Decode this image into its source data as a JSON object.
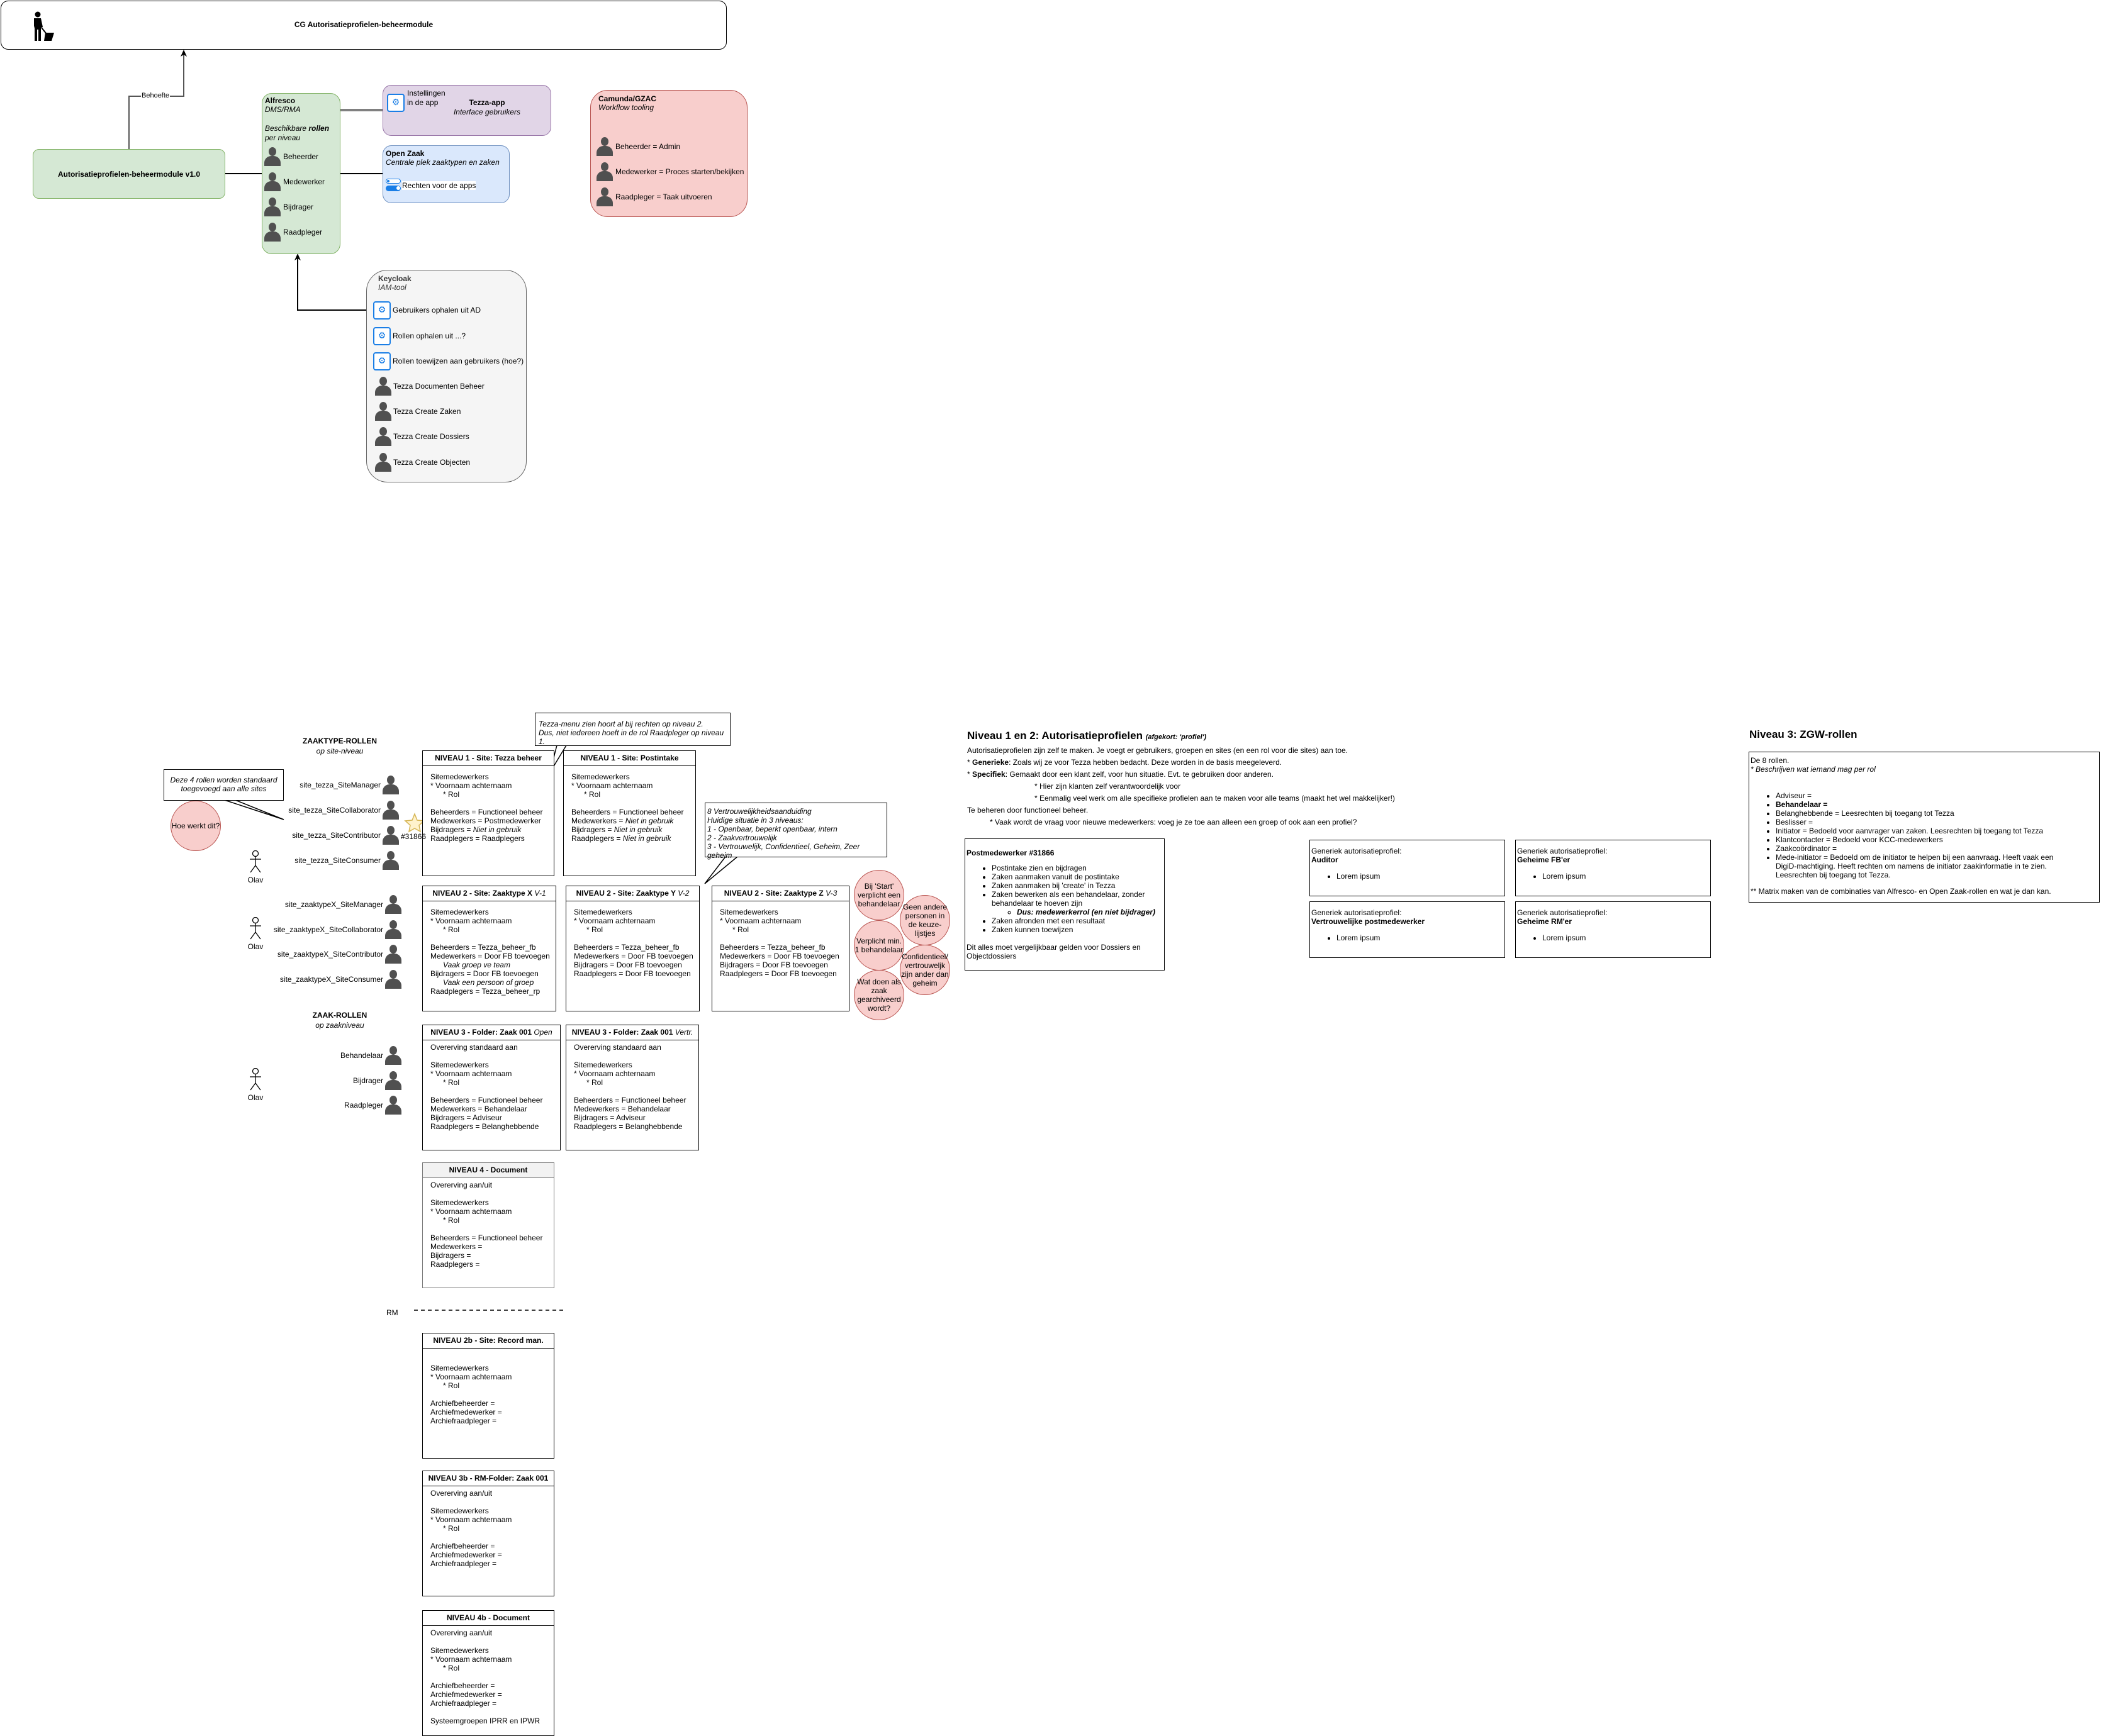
{
  "header": {
    "title": "CG Autorisatieprofielen-beheermodule"
  },
  "behoefte_label": "Behoefte",
  "module": {
    "label": "Autorisatieprofielen-beheermodule v1.0"
  },
  "alfresco": {
    "title": "Alfresco",
    "subtitle": "DMS/RMA",
    "intro_a": "Beschikbare ",
    "intro_b": "rollen",
    "intro_c": "per niveau",
    "roles": [
      "Beheerder",
      "Medewerker",
      "Bijdrager",
      "Raadpleger"
    ]
  },
  "tezza": {
    "settings": "Instellingen in de app",
    "title": "Tezza-app",
    "subtitle": "Interface gebruikers"
  },
  "openzaak": {
    "title": "Open Zaak",
    "subtitle": "Centrale plek zaaktypen en zaken",
    "item": "Rechten voor de apps"
  },
  "camunda": {
    "title": "Camunda/GZAC",
    "subtitle": "Workflow tooling",
    "roles": [
      "Beheerder = Admin",
      "Medewerker = Proces starten/bekijken",
      "Raadpleger = Taak uitvoeren"
    ]
  },
  "keycloak": {
    "title": "Keycloak",
    "subtitle": "IAM-tool",
    "gear_items": [
      "Gebruikers ophalen uit AD",
      "Rollen ophalen uit ...?",
      "Rollen toewijzen aan gebruikers (hoe?)"
    ],
    "person_items": [
      "Tezza Documenten Beheer",
      "Tezza Create Zaken",
      "Tezza Create Dossiers",
      "Tezza Create Objecten"
    ]
  },
  "zaaktype": {
    "title": "ZAAKTYPE-ROLLEN",
    "subtitle": "op site-niveau",
    "callout": [
      "Deze 4 rollen worden standaard",
      "toegevoegd aan alle sites"
    ],
    "question": "Hoe werkt dit?",
    "tezza_roles": [
      "site_tezza_SiteManager",
      "site_tezza_SiteCollaborator",
      "site_tezza_SiteContributor",
      "site_tezza_SiteConsumer"
    ],
    "star_label": "#31866",
    "zaaktypeX_roles": [
      "site_zaaktypeX_SiteManager",
      "site_zaaktypeX_SiteCollaborator",
      "site_zaaktypeX_SiteContributor",
      "site_zaaktypeX_SiteConsumer"
    ]
  },
  "zaak": {
    "title": "ZAAK-ROLLEN",
    "subtitle": "op zaakniveau",
    "roles": [
      "Behandelaar",
      "Bijdrager",
      "Raadpleger"
    ]
  },
  "actors": [
    "Olav",
    "Olav",
    "Olav"
  ],
  "callouts": {
    "tezza_menu": [
      "Tezza-menu zien hoort al bij rechten op niveau 2.",
      "Dus, niet iedereen hoeft in de rol Raadpleger op niveau 1."
    ],
    "vertrouwelijk": [
      "8 Vertrouwelijkheidsaanduiding",
      "Huidige situatie in 3 niveaus:",
      "1 - Openbaar, beperkt openbaar, intern",
      "2 - Zaakvertrouwelijk",
      "3 - Vertrouwelijk, Confidentieel, Geheim, Zeer geheim"
    ]
  },
  "niveaus": [
    {
      "title": "NIVEAU 1 - Site: Tezza beheer",
      "version": "",
      "lines": [
        "Sitemedewerkers",
        "* Voornaam achternaam",
        "      * Rol",
        "",
        "Beheerders = Functioneel beheer",
        "Medewerkers = Postmedewerker",
        {
          "t": "Bijdragers = ",
          "em": "Niet in gebruik"
        },
        "Raadplegers = Raadplegers"
      ]
    },
    {
      "title": "NIVEAU 1 - Site: Postintake",
      "version": "",
      "lines": [
        "Sitemedewerkers",
        "* Voornaam achternaam",
        "      * Rol",
        "",
        "Beheerders = Functioneel beheer",
        {
          "t": "Medewerkers = ",
          "em": "Niet in gebruik"
        },
        {
          "t": "Bijdragers = ",
          "em": "Niet in gebruik"
        },
        {
          "t": "Raadplegers = ",
          "em": "Niet in gebruik"
        }
      ]
    },
    {
      "title": "NIVEAU 2 - Site: Zaaktype X",
      "version": "V-1",
      "lines": [
        "Sitemedewerkers",
        "* Voornaam achternaam",
        "      * Rol",
        "",
        "Beheerders = Tezza_beheer_fb",
        "Medewerkers = Door FB toevoegen",
        {
          "t": "      ",
          "em": "Vaak groep ve team"
        },
        "Bijdragers = Door FB toevoegen",
        {
          "t": "      ",
          "em": "Vaak een persoon of groep"
        },
        "Raadplegers = Tezza_beheer_rp"
      ]
    },
    {
      "title": "NIVEAU 2 - Site: Zaaktype Y",
      "version": "V-2",
      "lines": [
        "Sitemedewerkers",
        "* Voornaam achternaam",
        "      * Rol",
        "",
        "Beheerders = Tezza_beheer_fb",
        "Medewerkers = Door FB toevoegen",
        "Bijdragers = Door FB toevoegen",
        "Raadplegers = Door FB toevoegen"
      ]
    },
    {
      "title": "NIVEAU 2 - Site: Zaaktype Z",
      "version": "V-3",
      "lines": [
        "Sitemedewerkers",
        "* Voornaam achternaam",
        "      * Rol",
        "",
        "Beheerders = Tezza_beheer_fb",
        "Medewerkers = Door FB toevoegen",
        "Bijdragers = Door FB toevoegen",
        "Raadplegers = Door FB toevoegen"
      ]
    },
    {
      "title": "NIVEAU 3 - Folder: Zaak 001",
      "version": "Open",
      "lines": [
        "Overerving standaard aan",
        "",
        "Sitemedewerkers",
        "* Voornaam achternaam",
        "      * Rol",
        "",
        "Beheerders = Functioneel beheer",
        "Medewerkers = Behandelaar",
        "Bijdragers = Adviseur",
        "Raadplegers = Belanghebbende"
      ]
    },
    {
      "title": "NIVEAU 3 - Folder: Zaak 001",
      "version": "Vertr.",
      "lines": [
        "Overerving standaard aan",
        "",
        "Sitemedewerkers",
        "* Voornaam achternaam",
        "      * Rol",
        "",
        "Beheerders = Functioneel beheer",
        "Medewerkers = Behandelaar",
        "Bijdragers = Adviseur",
        "Raadplegers = Belanghebbende"
      ]
    },
    {
      "title": "NIVEAU 4 - Document",
      "version": "",
      "lines": [
        "Overerving aan/uit",
        "",
        "Sitemedewerkers",
        "* Voornaam achternaam",
        "      * Rol",
        "",
        "Beheerders = Functioneel beheer",
        "Medewerkers =",
        "Bijdragers =",
        "Raadplegers ="
      ]
    },
    {
      "title": "NIVEAU 2b - Site: Record man.",
      "version": "",
      "lines": [
        "",
        "Sitemedewerkers",
        "* Voornaam achternaam",
        "      * Rol",
        "",
        "Archiefbeheerder =",
        "Archiefmedewerker =",
        "Archiefraadpleger ="
      ]
    },
    {
      "title": "NIVEAU 3b - RM-Folder: Zaak 001",
      "version": "",
      "lines": [
        "Overerving aan/uit",
        "",
        "Sitemedewerkers",
        "* Voornaam achternaam",
        "      * Rol",
        "",
        "Archiefbeheerder =",
        "Archiefmedewerker =",
        "Archiefraadpleger ="
      ]
    },
    {
      "title": "NIVEAU 4b - Document",
      "version": "",
      "lines": [
        "Overerving aan/uit",
        "",
        "Sitemedewerkers",
        "* Voornaam achternaam",
        "      * Rol",
        "",
        "Archiefbeheerder =",
        "Archiefmedewerker =",
        "Archiefraadpleger =",
        "",
        "Systeemgroepen IPRR en IPWR"
      ]
    }
  ],
  "circles": [
    "Bij 'Start' verplicht een behandelaar",
    "Geen andere personen in de keuze-lijstjes",
    "Verplicht min. 1 behandelaar",
    "Confidentieel/ vertrouweljk zijn ander dan geheim",
    "Wat doen als zaak gearchiveerd wordt?"
  ],
  "rm_label": "RM",
  "profielen": {
    "heading": "Niveau 1 en 2: Autorisatieprofielen",
    "heading_note": "(afgekort: 'profiel')",
    "line1": "Autorisatieprofielen zijn zelf te maken. Je voegt er gebruikers, groepen en sites (en een rol voor die sites) aan toe.",
    "generiek_label": "Generieke",
    "generiek_text": ": Zoals wij ze voor Tezza hebben bedacht. Deze worden in de basis meegeleverd.",
    "specifiek_label": "Specifiek",
    "specifiek_text": ": Gemaakt door een klant zelf, voor hun situatie. Evt. te gebruiken door anderen.",
    "sub1": "* Hier zijn klanten zelf verantwoordelijk voor",
    "sub2": "* Eenmalig veel werk om alle specifieke profielen aan te maken voor alle teams (maakt het wel makkelijker!)",
    "beheer": "Te beheren door functioneel beheer.",
    "vraag": "* Vaak wordt de vraag voor nieuwe medewerkers: voeg je ze toe aan alleen een groep of ook aan een profiel?"
  },
  "postmedewerker": {
    "title": "Postmedewerker #31866",
    "items": [
      "Postintake zien en bijdragen",
      "Zaken aanmaken vanuit de postintake",
      "Zaken aanmaken bij 'create' in Tezza",
      "Zaken bewerken als een behandelaar, zonder behandelaar te hoeven zijn"
    ],
    "sub_item": "Dus: medewerkerrol (en niet bijdrager)",
    "items2": [
      "Zaken afronden met een resultaat",
      "Zaken kunnen toewijzen"
    ],
    "footer": "Dit alles moet vergelijkbaar gelden voor Dossiers en Objectdossiers"
  },
  "generic_profiles": [
    {
      "label": "Generiek autorisatieprofiel:",
      "name": "Auditor",
      "item": "Lorem ipsum"
    },
    {
      "label": "Generiek autorisatieprofiel:",
      "name": "Geheime FB'er",
      "item": "Lorem ipsum"
    },
    {
      "label": "Generiek autorisatieprofiel:",
      "name": "Vertrouwelijke postmedewerker",
      "item": "Lorem ipsum"
    },
    {
      "label": "Generiek autorisatieprofiel:",
      "name": "Geheime RM'er",
      "item": "Lorem ipsum"
    }
  ],
  "zgw": {
    "heading": "Niveau 3: ZGW-rollen",
    "intro": "De 8 rollen.",
    "intro_note": "* Beschrijven wat iemand mag per rol",
    "items": [
      {
        "name": "Adviseur =",
        "text": ""
      },
      {
        "name": "Behandelaar =",
        "text": "",
        "bold": true
      },
      {
        "name": "Belanghebbende =",
        "text": " Leesrechten bij toegang tot Tezza"
      },
      {
        "name": "Beslisser =",
        "text": ""
      },
      {
        "name": "Initiator =",
        "text": " Bedoeld voor aanvrager van zaken. Leesrechten bij toegang tot Tezza"
      },
      {
        "name": "Klantcontacter =",
        "text": " Bedoeld voor KCC-medewerkers"
      },
      {
        "name": "Zaakcoördinator =",
        "text": ""
      },
      {
        "name": "Mede-initiator =",
        "text": " Bedoeld om de initiator te helpen bij een aanvraag. Heeft vaak een DigiD-machtiging. Heeft rechten om namens de initiator zaakinformatie in te zien. Leesrechten bij toegang tot Tezza."
      }
    ],
    "footer": "** Matrix maken van de combinaties van Alfresco- en Open Zaak-rollen en wat je dan kan."
  },
  "colors": {
    "green": "#d5e8d4",
    "green_border": "#82b366",
    "purple": "#e1d5e7",
    "purple_border": "#9673a6",
    "blue": "#dae8fc",
    "blue_border": "#6c8ebf",
    "red": "#f8cecc",
    "red_border": "#b85450",
    "grey": "#f5f5f5",
    "grey_border": "#666666",
    "icon_blue": "#1a7ee6"
  }
}
